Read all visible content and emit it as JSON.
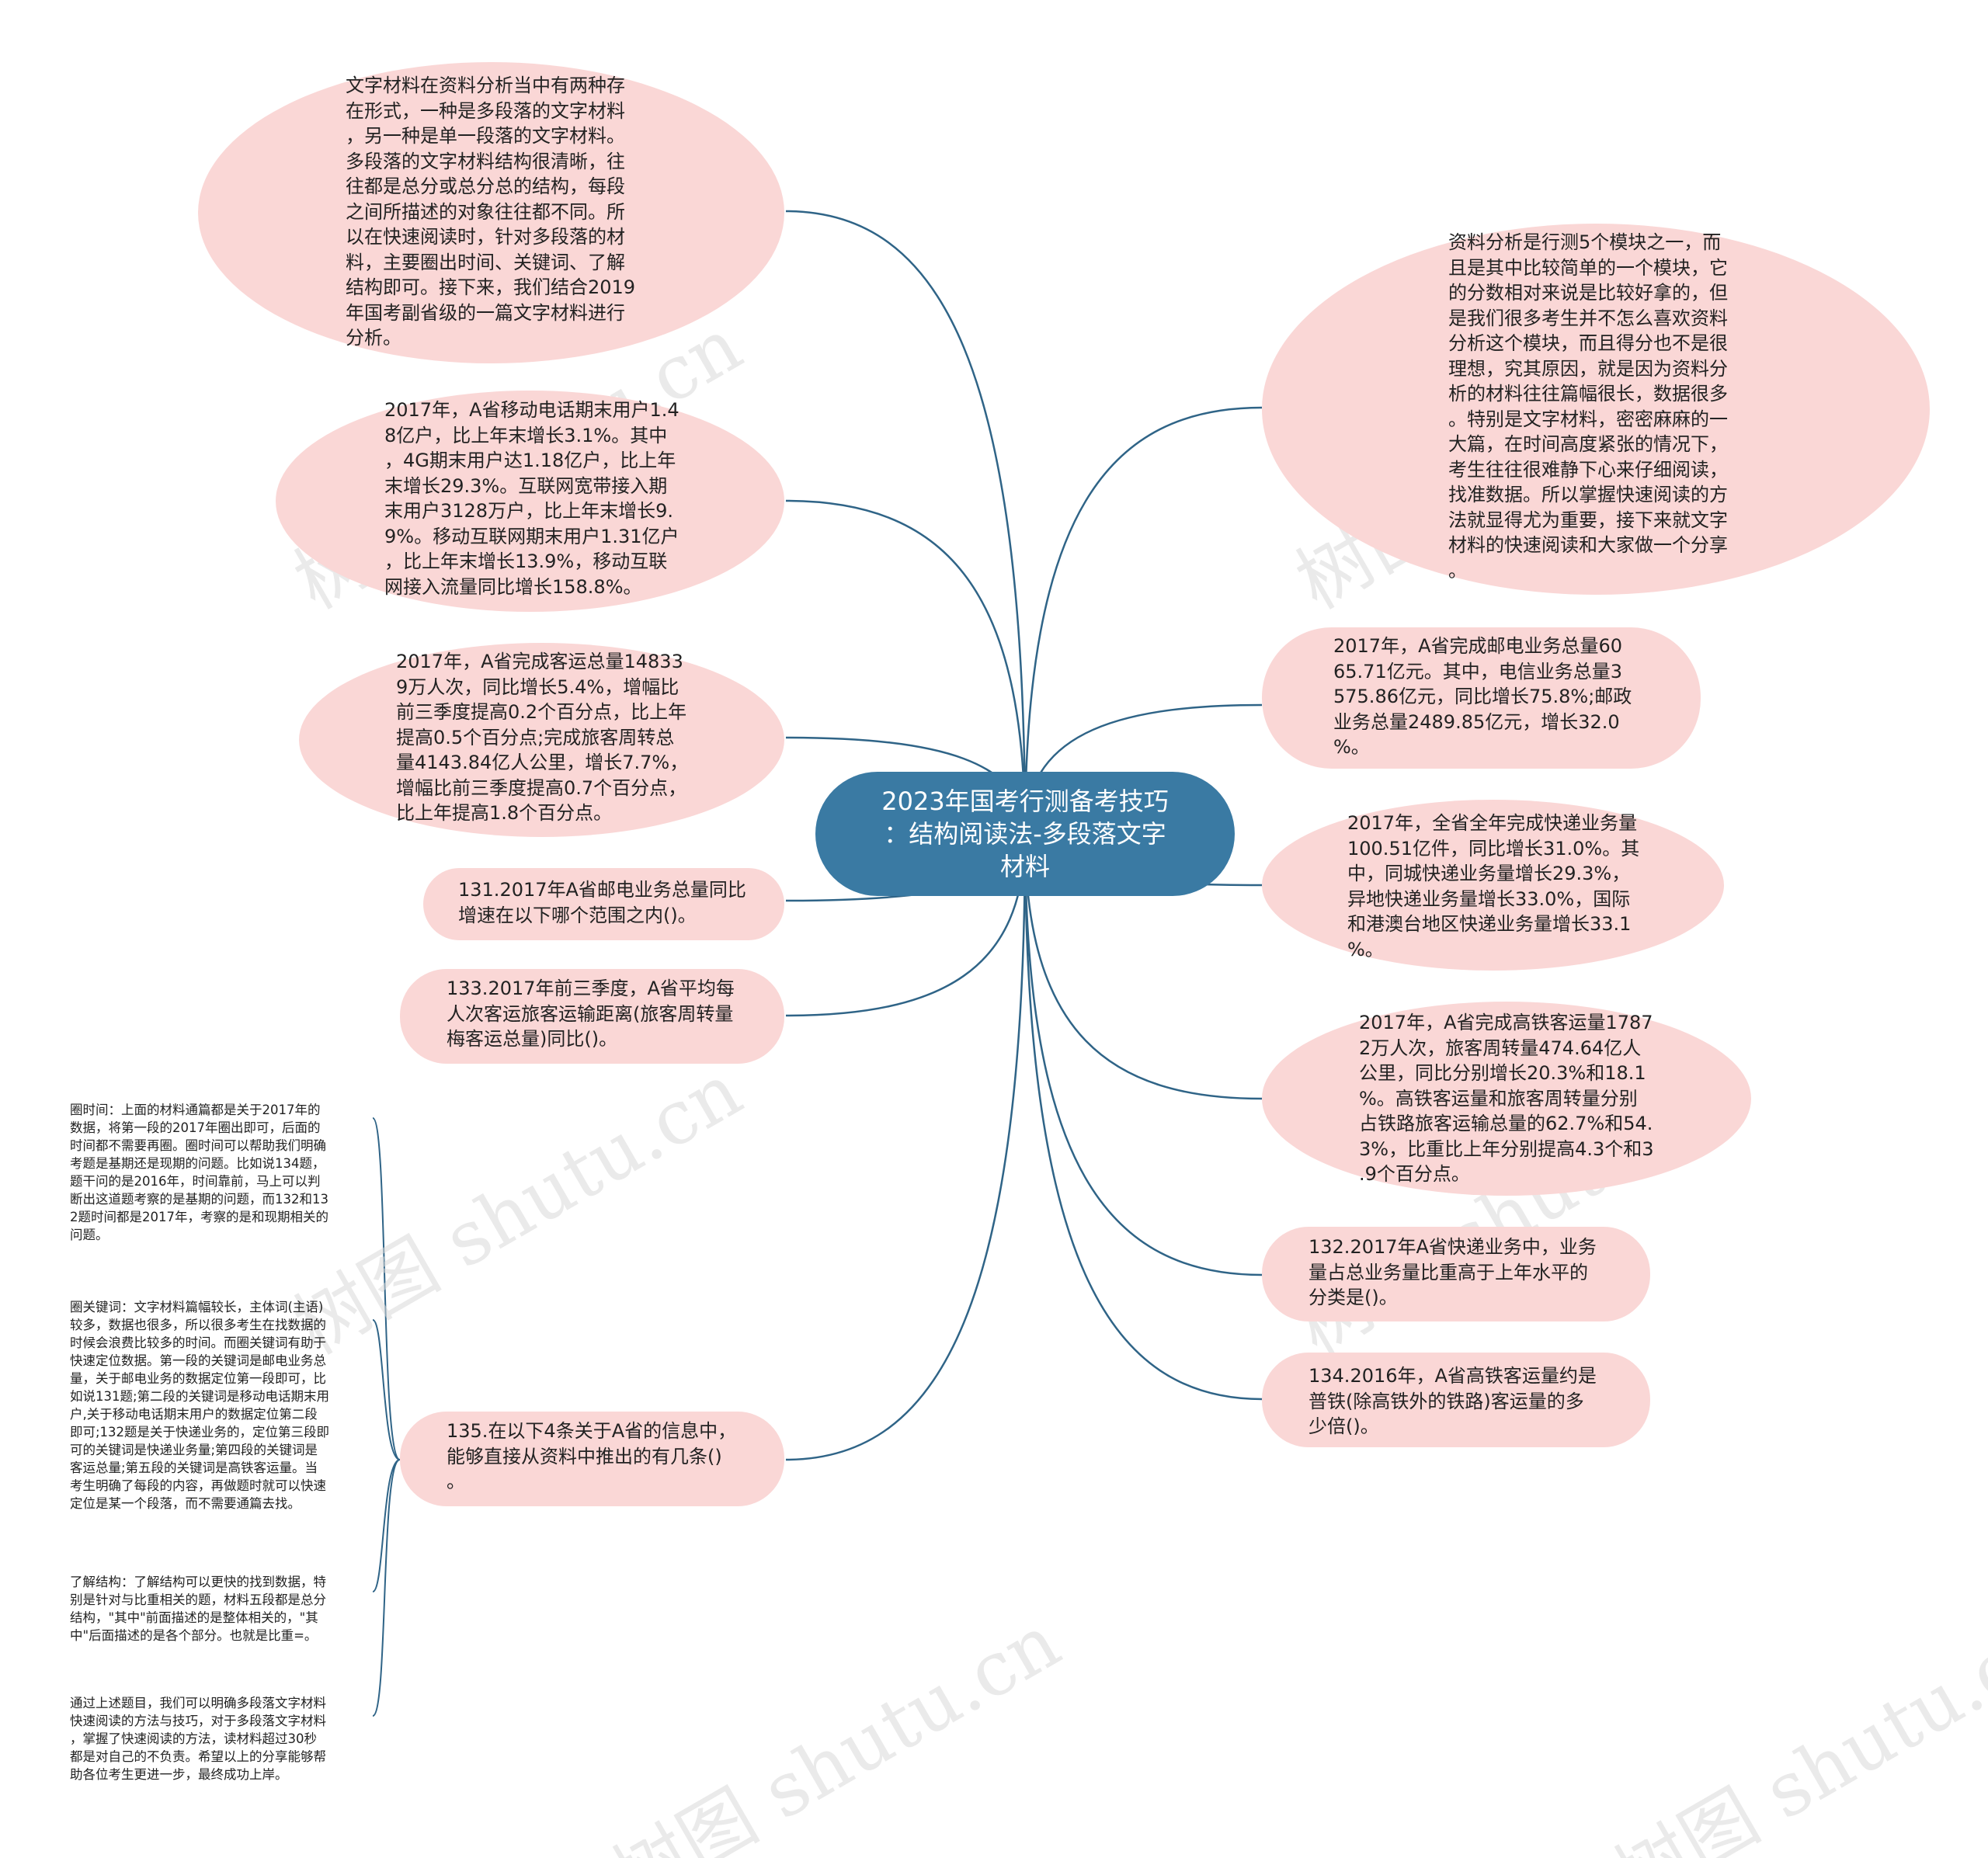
{
  "colors": {
    "central_fill": "#3a7aa3",
    "node_fill": "#fad7d6",
    "edge": "#2f6487",
    "watermark": "#d9d9d9"
  },
  "central": {
    "text": "2023年国考行测备考技巧\n：结构阅读法-多段落文字\n材料"
  },
  "left_nodes": [
    {
      "text": "文字材料在资料分析当中有两种存\n在形式，一种是多段落的文字材料\n，另一种是单一段落的文字材料。\n多段落的文字材料结构很清晰，往\n往都是总分或总分总的结构，每段\n之间所描述的对象往往都不同。所\n以在快速阅读时，针对多段落的材\n料，主要圈出时间、关键词、了解\n结构即可。接下来，我们结合2019\n年国考副省级的一篇文字材料进行\n分析。"
    },
    {
      "text": "2017年，A省移动电话期末用户1.4\n8亿户，比上年末增长3.1%。其中\n，4G期末用户达1.18亿户，比上年\n末增长29.3%。互联网宽带接入期\n末用户3128万户，比上年末增长9.\n9%。移动互联网期末用户1.31亿户\n，比上年末增长13.9%，移动互联\n网接入流量同比增长158.8%。"
    },
    {
      "text": "2017年，A省完成客运总量14833\n9万人次，同比增长5.4%，增幅比\n前三季度提高0.2个百分点，比上年\n提高0.5个百分点;完成旅客周转总\n量4143.84亿人公里，增长7.7%，\n增幅比前三季度提高0.7个百分点，\n比上年提高1.8个百分点。"
    },
    {
      "text": "131.2017年A省邮电业务总量同比\n增速在以下哪个范围之内()。"
    },
    {
      "text": "133.2017年前三季度，A省平均每\n人次客运旅客运输距离(旅客周转量\n梅客运总量)同比()。"
    },
    {
      "text": "135.在以下4条关于A省的信息中，\n能够直接从资料中推出的有几条()\n。"
    }
  ],
  "right_nodes": [
    {
      "text": "资料分析是行测5个模块之一，而\n且是其中比较简单的一个模块，它\n的分数相对来说是比较好拿的，但\n是我们很多考生并不怎么喜欢资料\n分析这个模块，而且得分也不是很\n理想，究其原因，就是因为资料分\n析的材料往往篇幅很长，数据很多\n。特别是文字材料，密密麻麻的一\n大篇，在时间高度紧张的情况下，\n考生往往很难静下心来仔细阅读，\n找准数据。所以掌握快速阅读的方\n法就显得尤为重要，接下来就文字\n材料的快速阅读和大家做一个分享\n。"
    },
    {
      "text": "2017年，A省完成邮电业务总量60\n65.71亿元。其中，电信业务总量3\n575.86亿元，同比增长75.8%;邮政\n业务总量2489.85亿元，增长32.0\n%。"
    },
    {
      "text": "2017年，全省全年完成快递业务量\n100.51亿件，同比增长31.0%。其\n中，同城快递业务量增长29.3%，\n异地快递业务量增长33.0%，国际\n和港澳台地区快递业务量增长33.1\n%。"
    },
    {
      "text": "2017年，A省完成高铁客运量1787\n2万人次，旅客周转量474.64亿人\n公里，同比分别增长20.3%和18.1\n%。高铁客运量和旅客周转量分别\n占铁路旅客运输总量的62.7%和54.\n3%，比重比上年分别提高4.3个和3\n.9个百分点。"
    },
    {
      "text": "132.2017年A省快递业务中，业务\n量占总业务量比重高于上年水平的\n分类是()。"
    },
    {
      "text": "134.2016年，A省高铁客运量约是\n普铁(除高铁外的铁路)客运量的多\n少倍()。"
    }
  ],
  "notes": [
    {
      "text": "圈时间：上面的材料通篇都是关于2017年的\n数据，将第一段的2017年圈出即可，后面的\n时间都不需要再圈。圈时间可以帮助我们明确\n考题是基期还是现期的问题。比如说134题，\n题干问的是2016年，时间靠前，马上可以判\n断出这道题考察的是基期的问题，而132和13\n2题时间都是2017年，考察的是和现期相关的\n问题。"
    },
    {
      "text": "圈关键词：文字材料篇幅较长，主体词(主语)\n较多，数据也很多，所以很多考生在找数据的\n时候会浪费比较多的时间。而圈关键词有助于\n快速定位数据。第一段的关键词是邮电业务总\n量，关于邮电业务的数据定位第一段即可，比\n如说131题;第二段的关键词是移动电话期末用\n户,关于移动电话期末用户的数据定位第二段\n即可;132题是关于快递业务的，定位第三段即\n可的关键词是快递业务量;第四段的关键词是\n客运总量;第五段的关键词是高铁客运量。当\n考生明确了每段的内容，再做题时就可以快速\n定位是某一个段落，而不需要通篇去找。"
    },
    {
      "text": "了解结构：了解结构可以更快的找到数据，特\n别是针对与比重相关的题，材料五段都是总分\n结构，\"其中\"前面描述的是整体相关的，\"其\n中\"后面描述的是各个部分。也就是比重=。"
    },
    {
      "text": "通过上述题目，我们可以明确多段落文字材料\n快速阅读的方法与技巧，对于多段落文字材料\n，掌握了快速阅读的方法，读材料超过30秒\n都是对自己的不负责。希望以上的分享能够帮\n助各位考生更进一步，最终成功上岸。"
    }
  ],
  "watermark": {
    "text": "树图 shutu.cn"
  }
}
